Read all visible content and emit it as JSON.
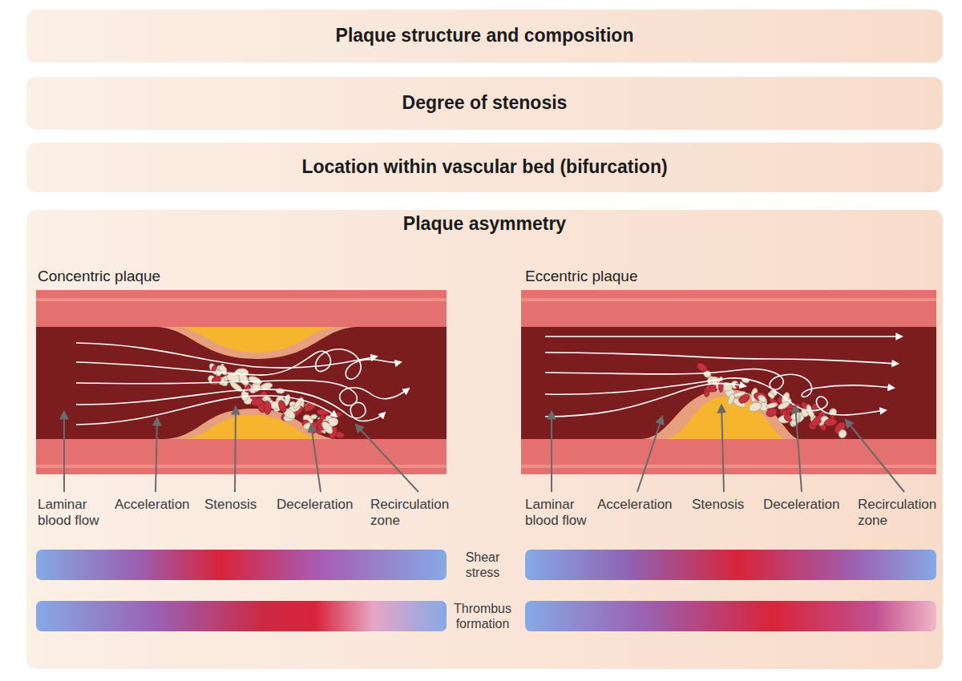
{
  "diagram": {
    "nodes": [
      {
        "text": [
          "Plaque structure and composition"
        ]
      },
      {
        "text": [
          "Degree of stenosis"
        ]
      },
      {
        "text": [
          "Location within vascular bed (bifurcation)"
        ]
      },
      {
        "text": [
          "Plaque asymmetry"
        ]
      }
    ],
    "labels": [
      "Concentric plaque",
      "Laminar blood flow",
      "Acceleration",
      "Stenosis",
      "Deceleration",
      "Recirculation zone",
      "Eccentric plaque",
      "Laminar blood flow",
      "Acceleration",
      "Stenosis",
      "Deceleration",
      "Recirculation zone",
      "Shear stress",
      "Thrombus formation"
    ]
  }
}
